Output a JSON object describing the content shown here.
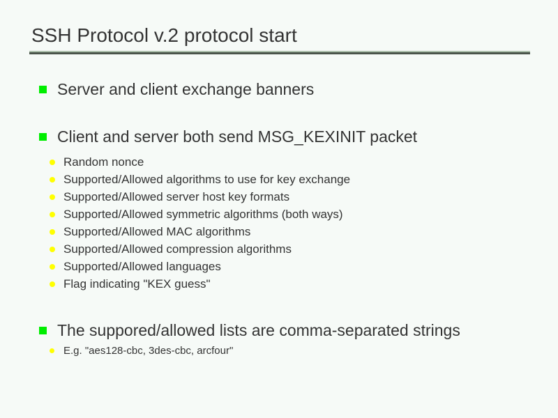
{
  "slide": {
    "title": "SSH Protocol v.2 protocol start",
    "background_color": "#f6faf7",
    "text_color": "#333333",
    "bullet_l1_color": "#00ee00",
    "bullet_l2_color": "#ffff00",
    "rule_color": "#4a544a",
    "blocks": [
      {
        "level1": "Server and client exchange banners",
        "level2": []
      },
      {
        "level1": "Client and server both send MSG_KEXINIT packet",
        "level2": [
          "Random nonce",
          "Supported/Allowed algorithms to use for key exchange",
          "Supported/Allowed server host key formats",
          "Supported/Allowed symmetric algorithms (both ways)",
          "Supported/Allowed MAC algorithms",
          "Supported/Allowed compression algorithms",
          "Supported/Allowed languages",
          "Flag indicating \"KEX guess\""
        ]
      },
      {
        "level1": "The suppored/allowed lists are comma-separated strings",
        "level2": [
          "E.g. \"aes128-cbc, 3des-cbc, arcfour\""
        ]
      }
    ]
  }
}
